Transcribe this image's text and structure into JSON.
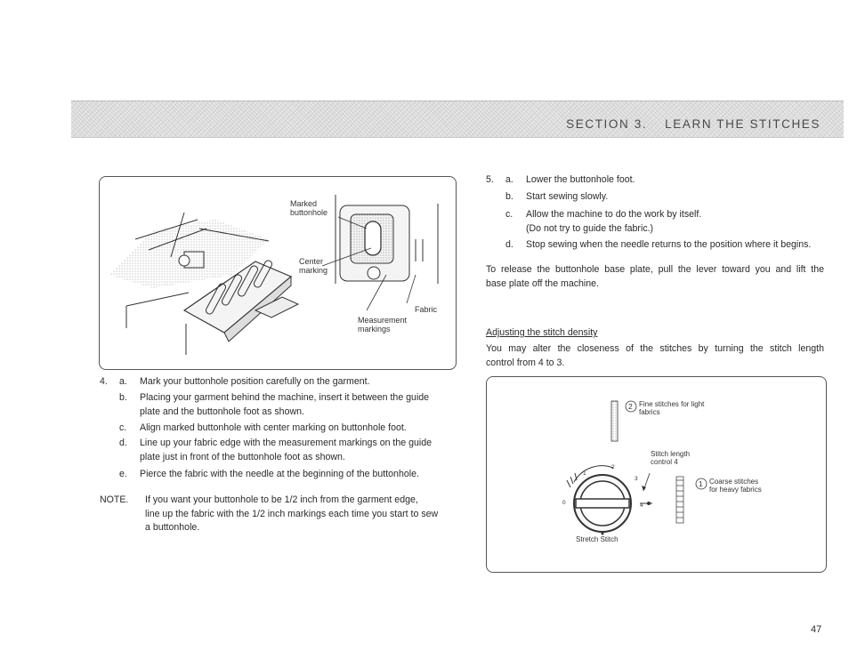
{
  "section_header": {
    "section": "SECTION 3.",
    "title": "LEARN THE STITCHES"
  },
  "figure_buttonhole": {
    "labels": {
      "marked_line1": "Marked",
      "marked_line2": "buttonhole",
      "center_line1": "Center",
      "center_line2": "marking",
      "fabric": "Fabric",
      "measurement_line1": "Measurement",
      "measurement_line2": "markings"
    }
  },
  "step4": {
    "number": "4.",
    "items": [
      {
        "letter": "a.",
        "text_lines": [
          "Mark your buttonhole position carefully on the garment."
        ]
      },
      {
        "letter": "b.",
        "text_lines": [
          "Placing your garment behind the machine, insert it between the guide",
          "plate and the buttonhole foot as shown."
        ]
      },
      {
        "letter": "c.",
        "text_lines": [
          "Align marked buttonhole with center marking on buttonhole foot."
        ]
      },
      {
        "letter": "d.",
        "text_lines": [
          "Line up your fabric edge with the measurement markings on the guide",
          "plate just in front of the buttonhole foot as shown."
        ]
      },
      {
        "letter": "e.",
        "text_lines": [
          "Pierce the fabric with the needle at the beginning of the buttonhole."
        ]
      }
    ]
  },
  "note": {
    "label": "NOTE.",
    "text_lines": [
      "If you want your buttonhole to be 1/2 inch from the garment edge,",
      "line up the fabric with the 1/2 inch markings each time you start to sew",
      "a buttonhole."
    ]
  },
  "step5": {
    "number": "5.",
    "items": [
      {
        "letter": "a.",
        "text_lines": [
          "Lower the buttonhole foot."
        ]
      },
      {
        "letter": "b.",
        "text_lines": [
          "Start sewing slowly."
        ]
      },
      {
        "letter": "c.",
        "text_lines": [
          "Allow the machine to do the work by itself.",
          "(Do not try to guide the fabric.)"
        ]
      },
      {
        "letter": "d.",
        "text_lines": [
          "Stop sewing when the needle returns to the position where it begins."
        ]
      }
    ]
  },
  "release_paragraph": [
    "To release the buttonhole base plate, pull the lever toward you and lift the",
    "base plate off the machine."
  ],
  "density": {
    "heading": "Adjusting the stitch density",
    "paragraph_lines": [
      "You may alter the closeness of the stitches by turning the stitch length",
      "control from 4 to 3."
    ]
  },
  "figure_dial": {
    "fine_number": "2",
    "fine_line1": "Fine stitches for light",
    "fine_line2": "fabrics",
    "control_line1": "Stitch length",
    "control_line2": "control 4",
    "coarse_number": "1",
    "coarse_line1": "Coarse stitches",
    "coarse_line2": "for heavy fabrics",
    "stretch_label": "Stretch Stitch",
    "dial_ticks": [
      "0",
      "1",
      "2",
      "3",
      "4"
    ]
  },
  "page_number": "47"
}
